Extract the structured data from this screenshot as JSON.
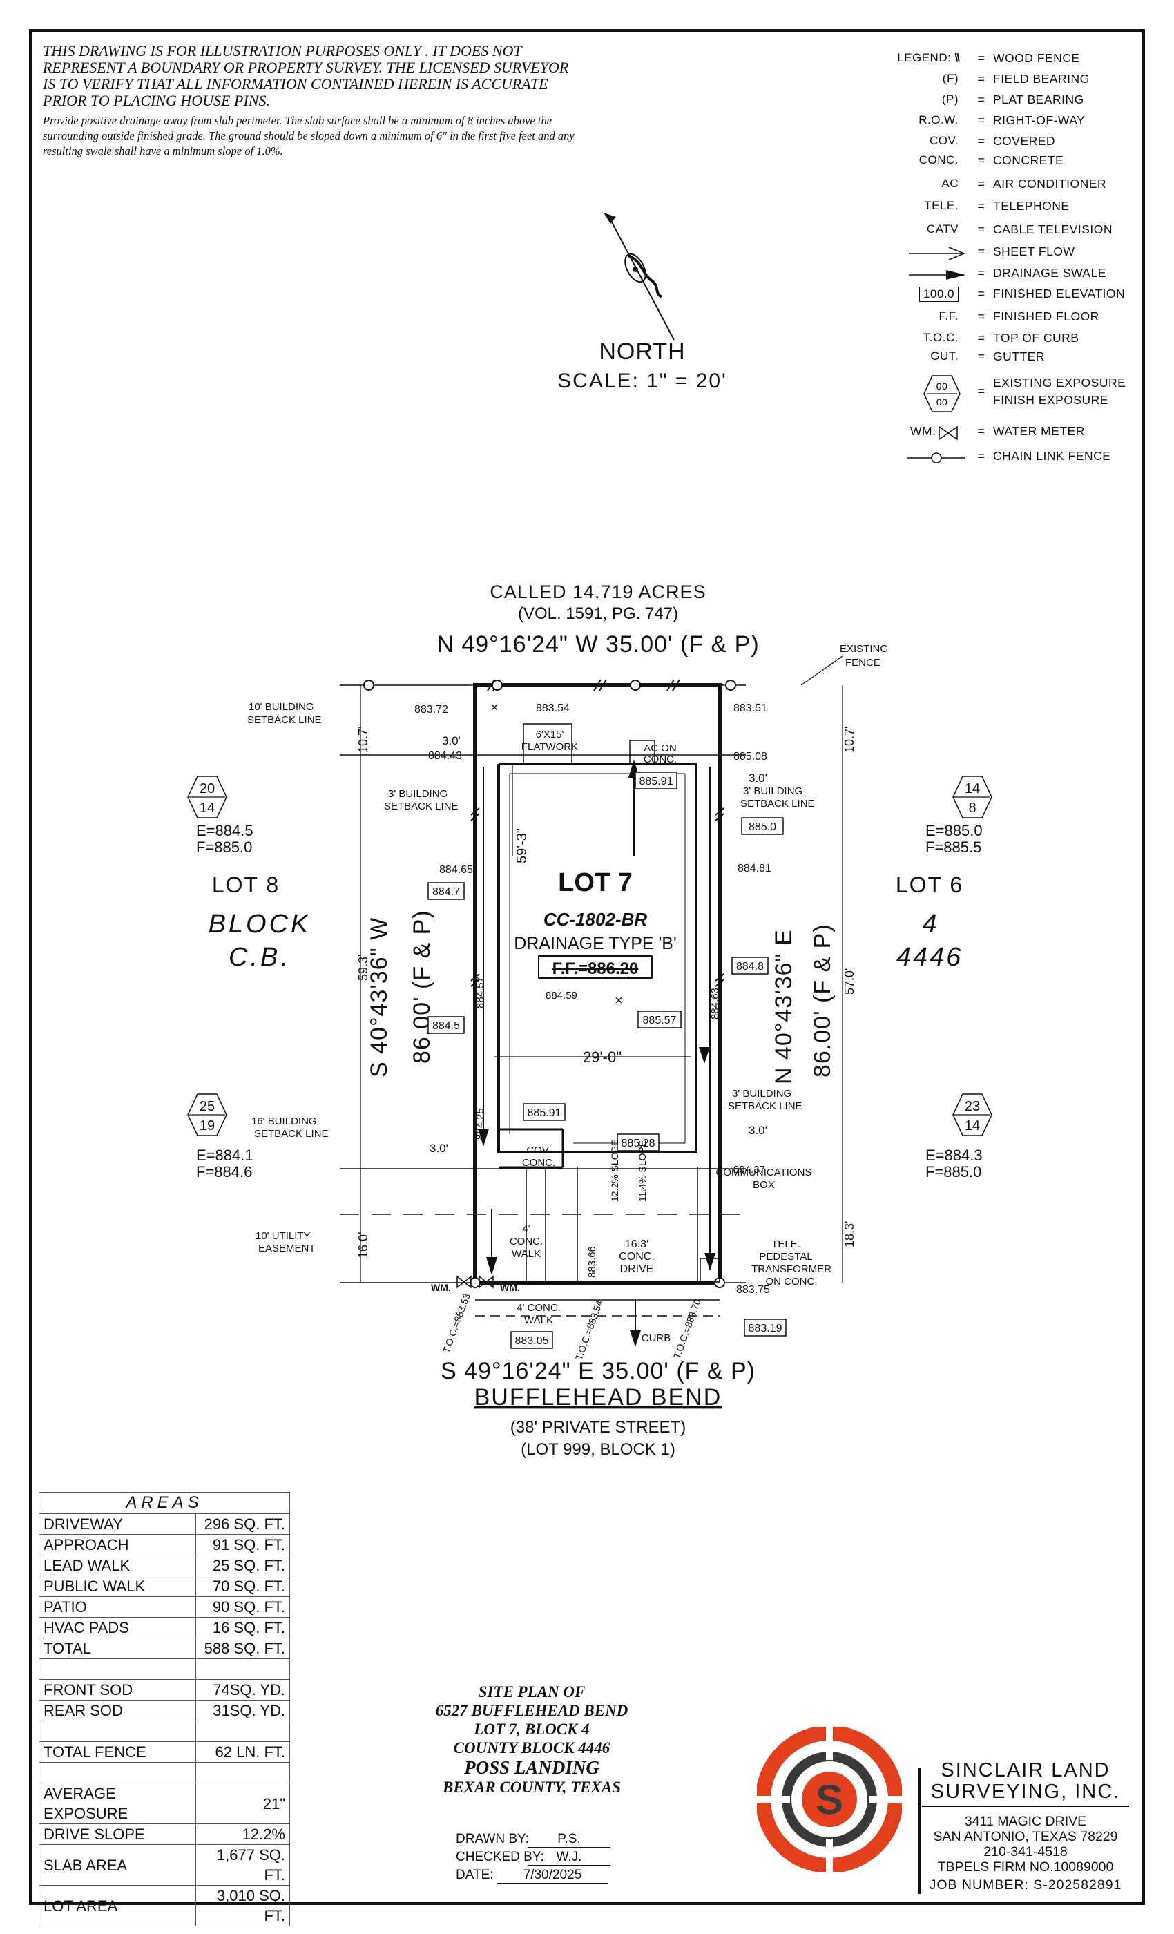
{
  "notes": {
    "disclaimer": "THIS DRAWING IS FOR ILLUSTRATION PURPOSES ONLY . IT DOES NOT REPRESENT A BOUNDARY OR PROPERTY SURVEY. THE LICENSED SURVEYOR IS TO VERIFY THAT ALL INFORMATION CONTAINED HEREIN IS ACCURATE PRIOR TO PLACING HOUSE PINS.",
    "drainage": "Provide positive drainage away from slab perimeter. The slab surface shall be a minimum of 8 inches above the surrounding outside finished grade. The ground should be sloped down a minimum of 6\" in the first five feet and any resulting swale shall have a minimum slope of 1.0%."
  },
  "legend": {
    "eq": "=",
    "items": [
      {
        "sym": "LEGEND: \\\\",
        "desc": "WOOD FENCE"
      },
      {
        "sym": "(F)",
        "desc": "FIELD BEARING"
      },
      {
        "sym": "(P)",
        "desc": "PLAT BEARING"
      },
      {
        "sym": "R.O.W.",
        "desc": "RIGHT-OF-WAY"
      },
      {
        "sym": "COV.",
        "desc": "COVERED"
      },
      {
        "sym": "CONC.",
        "desc": "CONCRETE"
      },
      {
        "sym": "AC",
        "desc": "AIR CONDITIONER"
      },
      {
        "sym": "TELE.",
        "desc": "TELEPHONE"
      },
      {
        "sym": "CATV",
        "desc": "CABLE TELEVISION"
      },
      {
        "sym": "",
        "desc": "SHEET FLOW"
      },
      {
        "sym": "",
        "desc": "DRAINAGE SWALE"
      },
      {
        "sym": "100.0",
        "desc": "FINISHED ELEVATION"
      },
      {
        "sym": "F.F.",
        "desc": "FINISHED FLOOR"
      },
      {
        "sym": "T.O.C.",
        "desc": "TOP OF CURB"
      },
      {
        "sym": "GUT.",
        "desc": "GUTTER"
      },
      {
        "sym": "00",
        "desc": "EXISTING EXPOSURE",
        "desc2": "FINISH EXPOSURE"
      },
      {
        "sym": "WM.",
        "desc": "WATER METER"
      },
      {
        "sym": "",
        "desc": "CHAIN LINK FENCE"
      }
    ]
  },
  "north": {
    "label": "NORTH",
    "scale": "SCALE: 1\" = 20'"
  },
  "plan": {
    "called_acres": "CALLED 14.719 ACRES",
    "volume": "(VOL. 1591, PG. 747)",
    "north_bearing": "N 49°16'24\" W 35.00' (F & P)",
    "south_bearing": "S 49°16'24\" E 35.00' (F & P)",
    "street": "BUFFLEHEAD BEND",
    "street_width": "(38' PRIVATE STREET)",
    "street_lot": "(LOT 999, BLOCK 1)",
    "existing_fence_1": "EXISTING",
    "existing_fence_2": "FENCE",
    "lot": "LOT 7",
    "plan_code": "CC-1802-BR",
    "drainage_type": "DRAINAGE TYPE 'B'",
    "finished_floor": "F.F.=886.20",
    "house_width": "29'-0\"",
    "house_depth": "59'-3\"",
    "lot8": "LOT 8",
    "lot6": "LOT 6",
    "block_label": "BLOCK",
    "cb_label": "C.B.",
    "block_no": "4",
    "county_block": "4446",
    "west_bearing": "S 40°43'36\" W",
    "west_distance": "86.00' (F & P)",
    "east_bearing": "N 40°43'36\" E",
    "east_distance": "86.00' (F & P)",
    "dim_593": "59.3'",
    "dim_107": "10.7'",
    "dim_160": "16.0'",
    "dim_570": "57.0'",
    "dim_183": "18.3'",
    "setback10_1": "10' BUILDING",
    "setback10_2": "SETBACK LINE",
    "setback3_1": "3' BUILDING",
    "setback3_2": "SETBACK LINE",
    "setback16_1": "16' BUILDING",
    "setback16_2": "SETBACK LINE",
    "easement_1": "10' UTILITY",
    "easement_2": "EASEMENT",
    "three_ft": "3.0'",
    "e88372": "883.72",
    "e88443": "884.43",
    "e88354": "883.54",
    "e88351": "883.51",
    "e88508": "885.08",
    "e88465": "884.65",
    "e88481": "884.81",
    "e88459": "884.59",
    "e88437": "884.37",
    "e88375": "883.75",
    "e88425": "884.25",
    "e88457": "884.57",
    "e88463": "884.63",
    "e88366": "883.66",
    "b88591": "885.91",
    "b8850": "885.0",
    "b8847": "884.7",
    "b8845": "884.5",
    "b8848": "884.8",
    "b88557": "885.57",
    "b88528": "885.28",
    "b88305": "883.05",
    "b88319": "883.19",
    "flatwork_1": "6'X15'",
    "flatwork_2": "FLATWORK",
    "ac_1": "AC ON",
    "ac_2": "CONC.",
    "cov_1": "COV.",
    "cov_2": "CONC.",
    "walk_1": "4'",
    "walk_2": "CONC.",
    "walk_3": "WALK",
    "drive_1": "16.3'",
    "drive_2": "CONC.",
    "drive_3": "DRIVE",
    "fwalk_1": "4' CONC.",
    "fwalk_2": "WALK",
    "curb": "CURB",
    "comm_1": "COMMUNICATIONS",
    "comm_2": "BOX",
    "tele_1": "TELE.",
    "tele_2": "PEDESTAL",
    "tele_3": "TRANSFORMER",
    "tele_4": "ON CONC.",
    "wm": "WM.",
    "slope_1": "12.2% SLOPE",
    "slope_2": "11.4% SLOPE",
    "hex_lot8_top": "20",
    "hex_lot8_bot": "14",
    "lot8_e": "E=884.5",
    "lot8_f": "F=885.0",
    "hex_lot6_top": "14",
    "hex_lot6_bot": "8",
    "lot6_e": "E=885.0",
    "lot6_f": "F=885.5",
    "hex_fl_top": "25",
    "hex_fl_bot": "19",
    "fl_e": "E=884.1",
    "fl_f": "F=884.6",
    "hex_fr_top": "23",
    "hex_fr_bot": "14",
    "fr_e": "E=884.3",
    "fr_f": "F=885.0",
    "curb_left": "T.O.C.=883.53",
    "curb_center": "T.O.C.=883.54",
    "curb_right": "T.O.C.=883.70"
  },
  "areas": {
    "title": "AREAS",
    "rows": [
      [
        "DRIVEWAY",
        "296 SQ. FT."
      ],
      [
        "APPROACH",
        "91 SQ. FT."
      ],
      [
        "LEAD WALK",
        "25 SQ. FT."
      ],
      [
        "PUBLIC WALK",
        "70 SQ. FT."
      ],
      [
        "PATIO",
        "90 SQ. FT."
      ],
      [
        "HVAC PADS",
        "16 SQ. FT."
      ],
      [
        "TOTAL",
        "588 SQ. FT."
      ],
      [
        "FRONT SOD",
        "74SQ. YD."
      ],
      [
        "REAR SOD",
        "31SQ. YD."
      ],
      [
        "TOTAL FENCE",
        "62 LN. FT."
      ],
      [
        "AVERAGE EXPOSURE",
        "21\""
      ],
      [
        "DRIVE SLOPE",
        "12.2%"
      ],
      [
        "SLAB AREA",
        "1,677 SQ. FT."
      ],
      [
        "LOT AREA",
        "3,010 SQ. FT."
      ]
    ]
  },
  "title": {
    "l1": "SITE PLAN OF",
    "l2": "6527 BUFFLEHEAD BEND",
    "l3": "LOT 7, BLOCK 4",
    "l4": "COUNTY BLOCK 4446",
    "l5": "POSS LANDING",
    "l6": "BEXAR COUNTY, TEXAS"
  },
  "drawn": {
    "drawn_label": "DRAWN BY:",
    "drawn_by": "P.S.",
    "checked_label": "CHECKED BY:",
    "checked_by": "W.J.",
    "date_label": "DATE:",
    "date": "7/30/2025"
  },
  "company": {
    "logo_letter": "S",
    "name1": "SINCLAIR LAND",
    "name2": "SURVEYING, INC.",
    "address": "3411 MAGIC DRIVE",
    "city": "SAN ANTONIO, TEXAS 78229",
    "phone": "210-341-4518",
    "firm": "TBPELS FIRM NO.10089000",
    "job": "JOB NUMBER: S-202582891"
  }
}
